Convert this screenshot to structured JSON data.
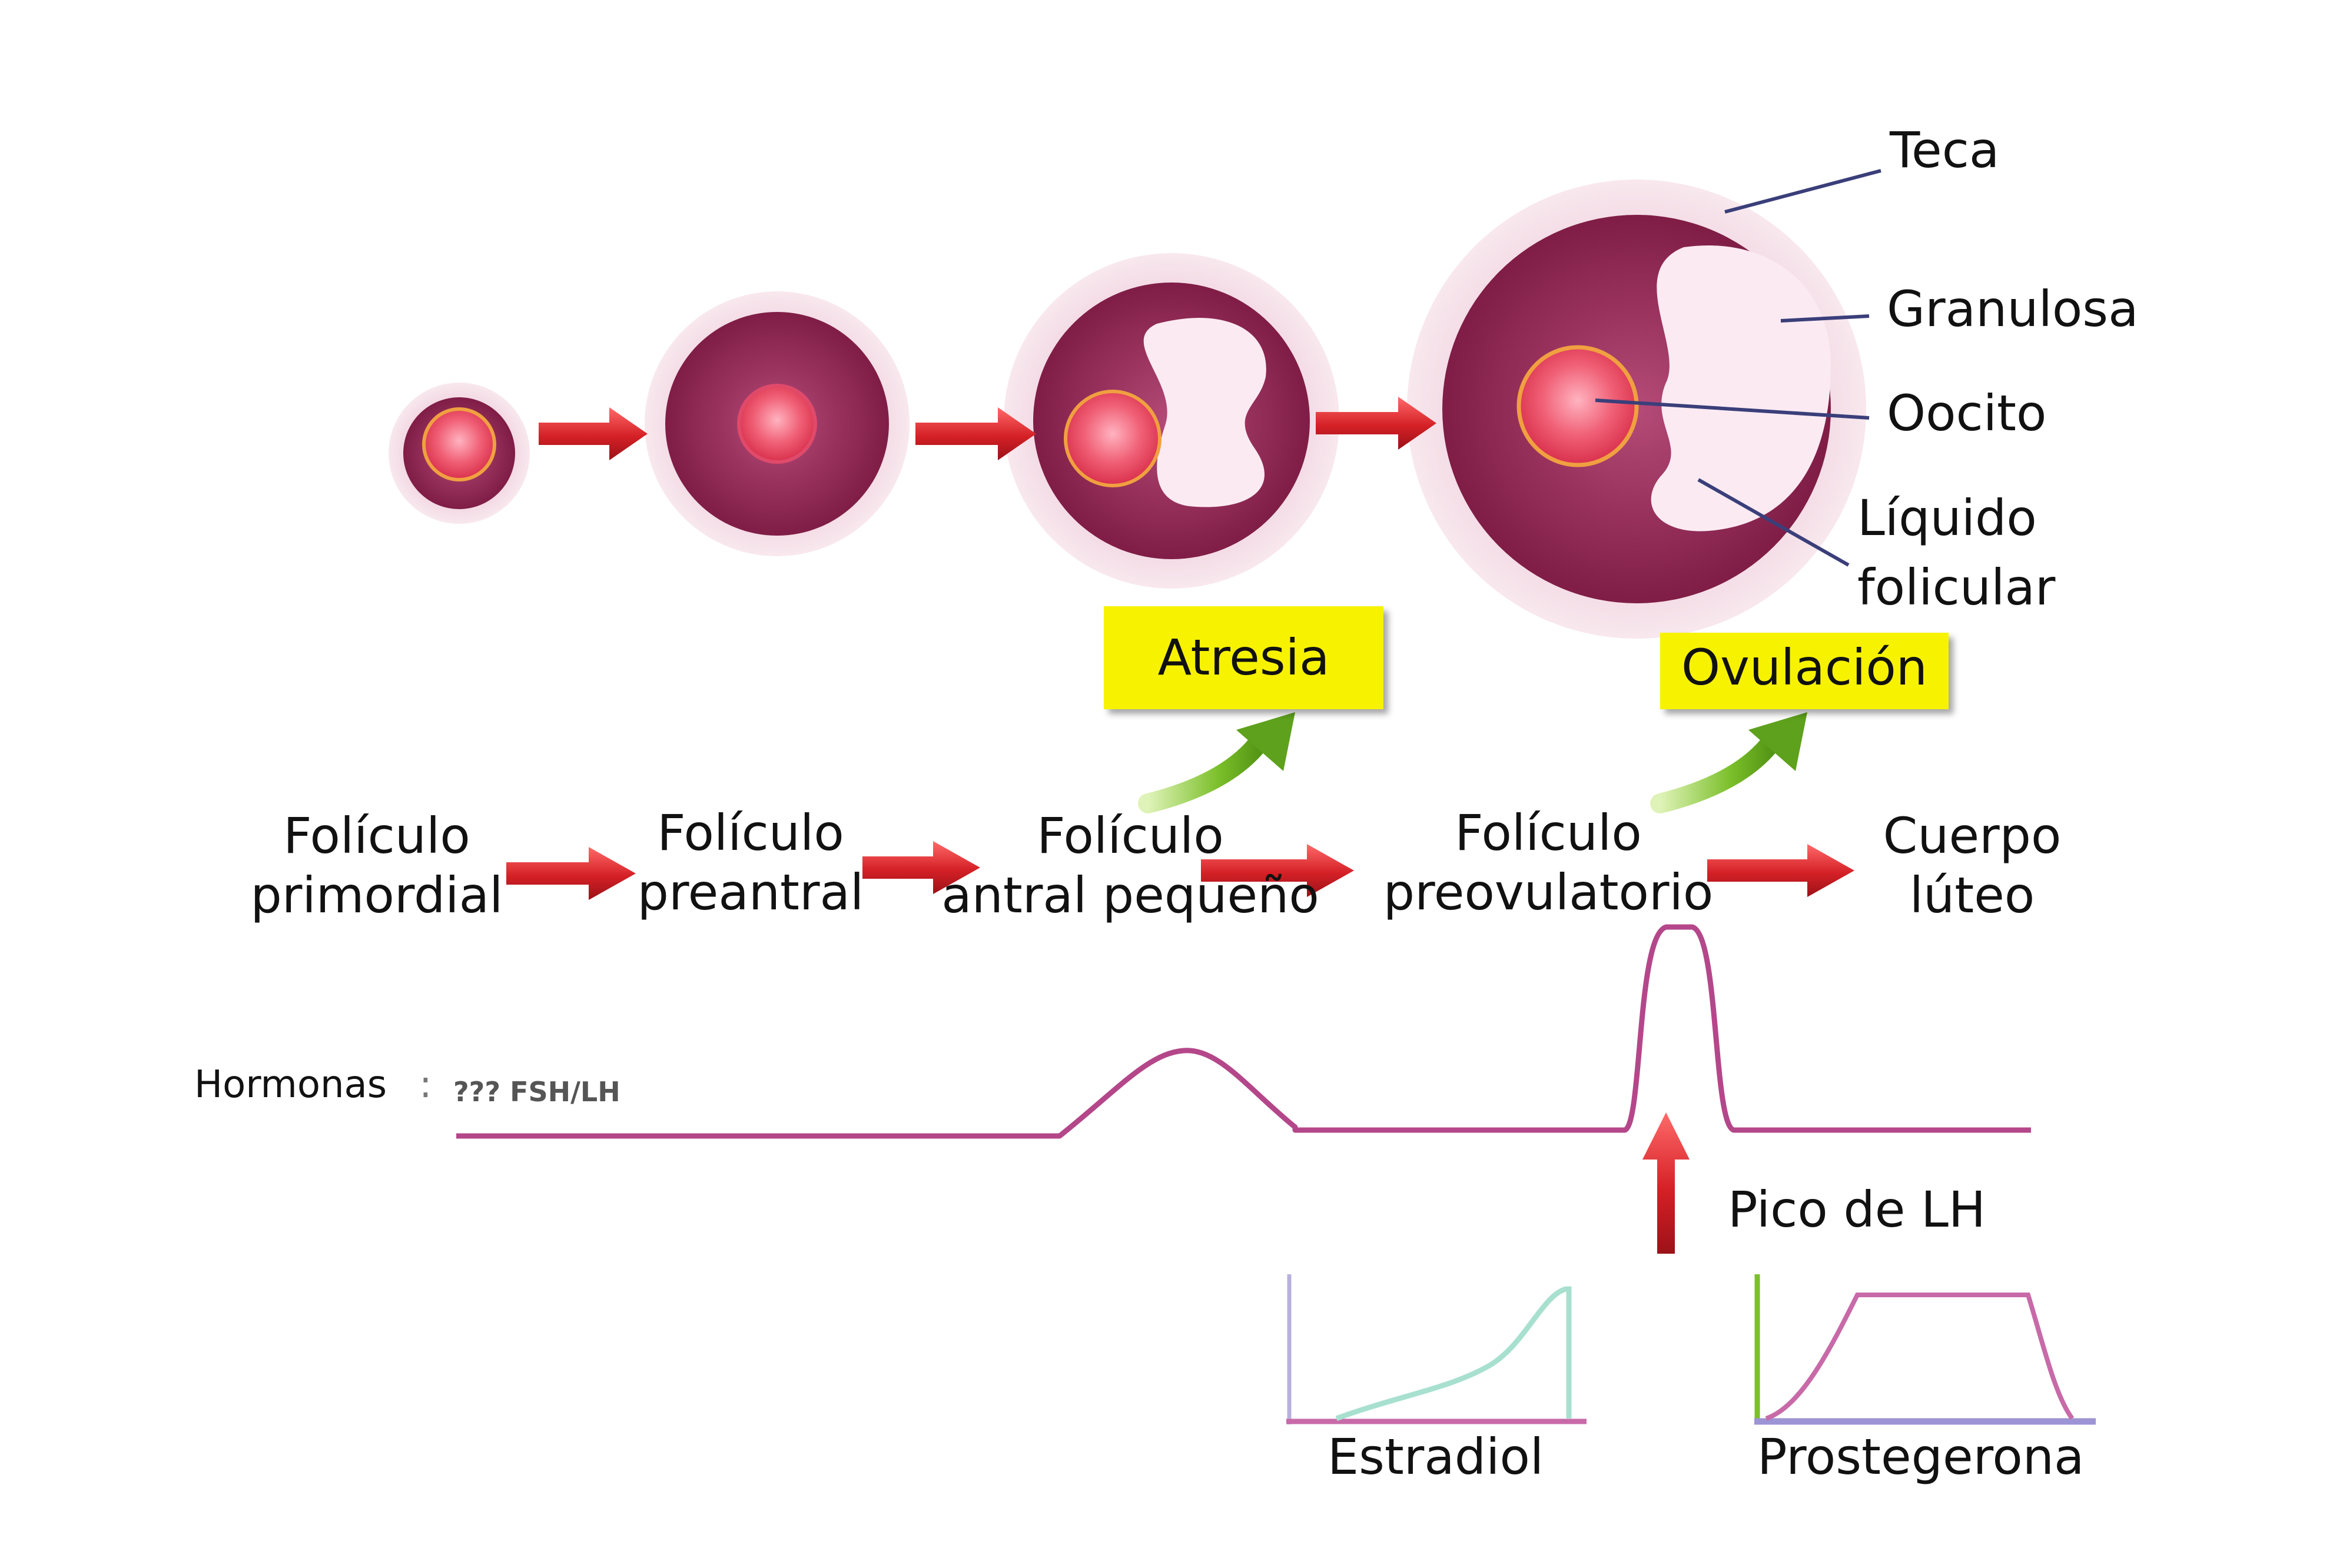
{
  "structure_labels": {
    "teca": "Teca",
    "granulosa": "Granulosa",
    "oocito": "Oocito",
    "liquido_line1": "Líquido",
    "liquido_line2": "folicular"
  },
  "outcomes": {
    "atresia": "Atresia",
    "ovulacion": "Ovulación"
  },
  "stages": [
    {
      "line1": "Folículo",
      "line2": "primordial"
    },
    {
      "line1": "Folículo",
      "line2": "preantral"
    },
    {
      "line1": "Folículo",
      "line2": "antral pequeño"
    },
    {
      "line1": "Folículo",
      "line2": "preovulatorio"
    },
    {
      "line1": "Cuerpo",
      "line2": "lúteo"
    }
  ],
  "hormones": {
    "label": "Hormonas",
    "colon": ":",
    "fsh_lh": "??? FSH/LH",
    "peak_label": "Pico de LH",
    "estradiol": "Estradiol",
    "progesterone": "Prostegerona"
  },
  "colors": {
    "arrow_red": "#d42026",
    "curve_magenta": "#b4478a",
    "follicle_dark": "#8e1e4e",
    "oocyte": "#e8384f",
    "highlight": "#f7f200",
    "estradiol_curve": "#a8e0cf",
    "axis_lavender": "#b8b0dc",
    "green_arrow": "#7bbf2a"
  }
}
